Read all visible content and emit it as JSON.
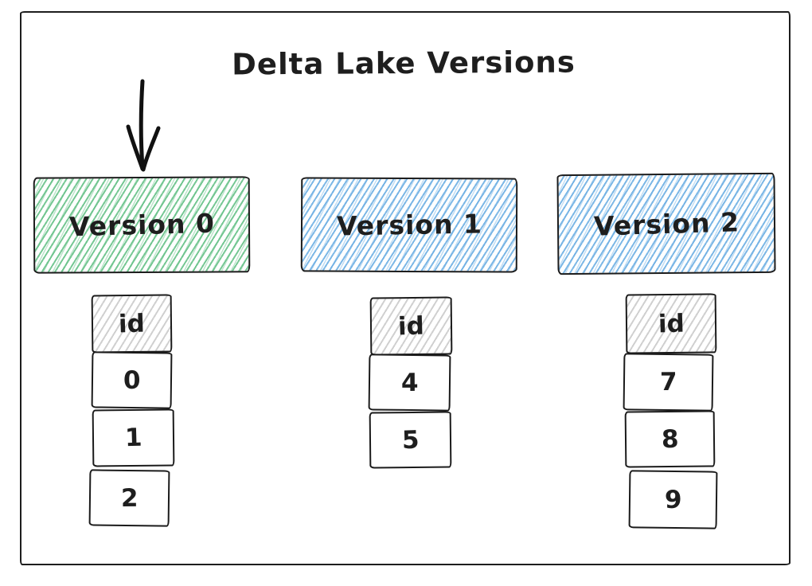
{
  "diagram": {
    "title": "Delta Lake Versions",
    "versions": [
      {
        "label": "Version 0",
        "fill": "green",
        "pointed_by_arrow": true,
        "table": {
          "header": "id",
          "rows": [
            "0",
            "1",
            "2"
          ]
        }
      },
      {
        "label": "Version 1",
        "fill": "blue",
        "pointed_by_arrow": false,
        "table": {
          "header": "id",
          "rows": [
            "4",
            "5"
          ]
        }
      },
      {
        "label": "Version 2",
        "fill": "blue",
        "pointed_by_arrow": false,
        "table": {
          "header": "id",
          "rows": [
            "7",
            "8",
            "9"
          ]
        }
      }
    ],
    "colors": {
      "green_hachure": "#5fbe82",
      "blue_hachure": "#66abe2",
      "gray_hachure": "#c9c9c9",
      "stroke": "#1d1d1d",
      "background": "#ffffff"
    }
  }
}
